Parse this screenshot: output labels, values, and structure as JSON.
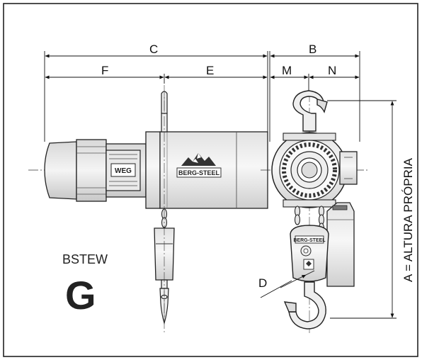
{
  "diagram": {
    "dimension_labels": {
      "overall_width": "C",
      "left_section": "F",
      "right_section": "E",
      "side_width": "B",
      "side_left": "M",
      "side_right": "N",
      "hook_opening": "D",
      "height": "A = ALTURA PRÓPRIA"
    },
    "model": {
      "name": "BSTEW",
      "letter": "G"
    },
    "brand_marks": {
      "motor_badge": "WEG",
      "body_logo": "BERG-STEEL",
      "hook_block_logo": "BERG-STEEL"
    }
  }
}
